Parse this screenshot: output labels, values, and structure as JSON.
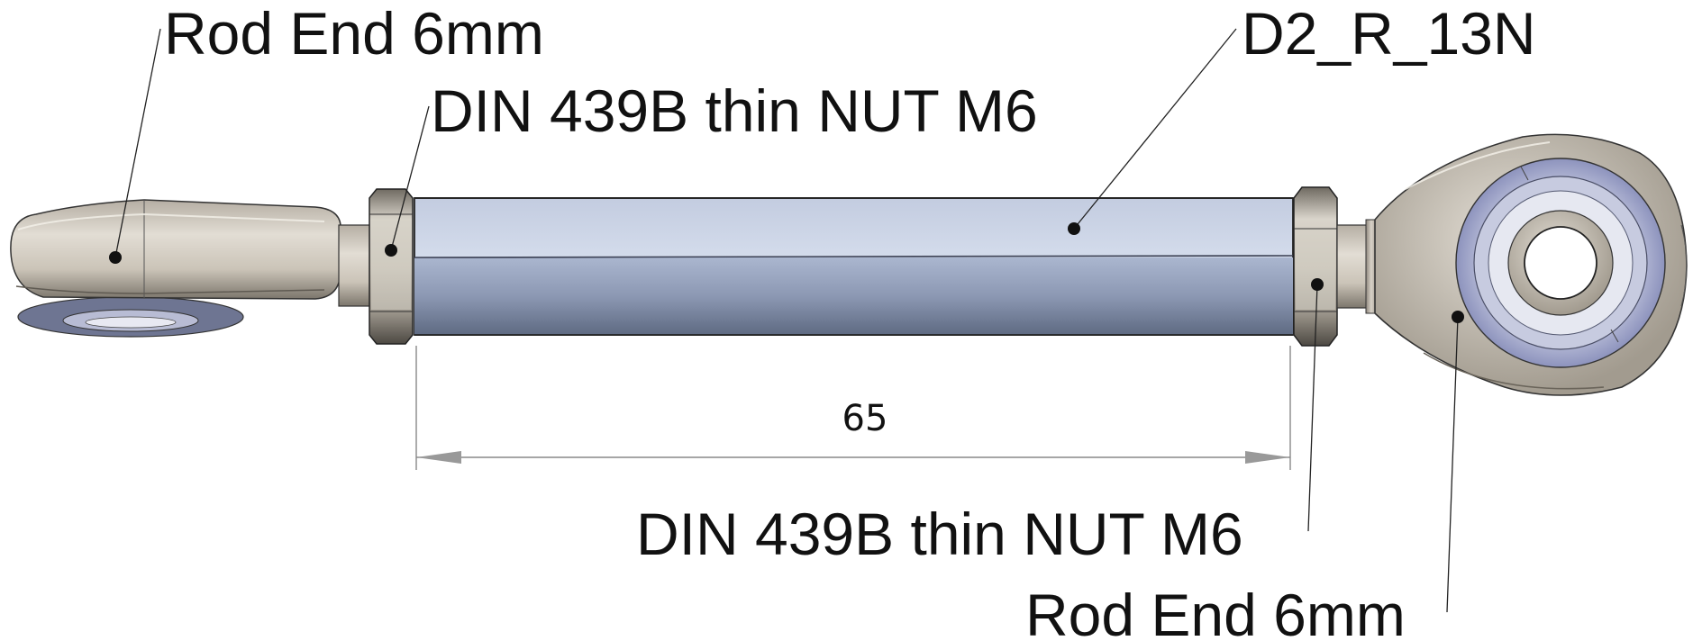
{
  "labels": {
    "rod_end_left": "Rod End 6mm",
    "nut_left": "DIN 439B thin NUT M6",
    "tube": "D2_R_13N",
    "nut_right": "DIN 439B thin NUT M6",
    "rod_end_right": "Rod End 6mm"
  },
  "dimension": {
    "value": "65"
  }
}
